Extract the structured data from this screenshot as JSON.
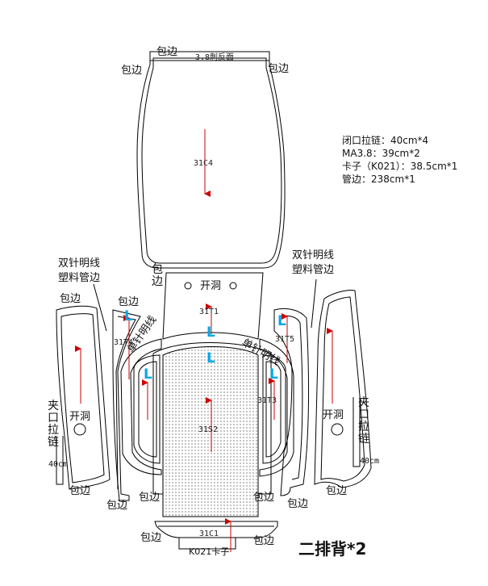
{
  "pieces": {
    "c4": "31C4",
    "t1": "31T1",
    "t4": "31T4",
    "t5": "31T5",
    "t3": "31T3",
    "s2": "31S2",
    "c1": "31C1"
  },
  "labels": {
    "bao_bian": "包边",
    "kai_dong": "开洞",
    "double_needle": "双针明线",
    "plastic_piping": "塑料管边",
    "single_needle": "单针明线",
    "reverse_side": "3.8刺反面",
    "clamp_zipper": "夹口拉链",
    "zipper_length": "40cm",
    "kazi": "K021卡子",
    "mark_l": "L"
  },
  "notes": [
    "闭口拉链：40cm*4",
    "MA3.8：39cm*2",
    "卡子（K021）：38.5cm*1",
    "管边：238cm*1"
  ],
  "title": "二排背*2",
  "colors": {
    "outline": "#000000",
    "arrow": "#cc0000",
    "mark": "#00a8e8",
    "dots": "#9a9a9a"
  }
}
